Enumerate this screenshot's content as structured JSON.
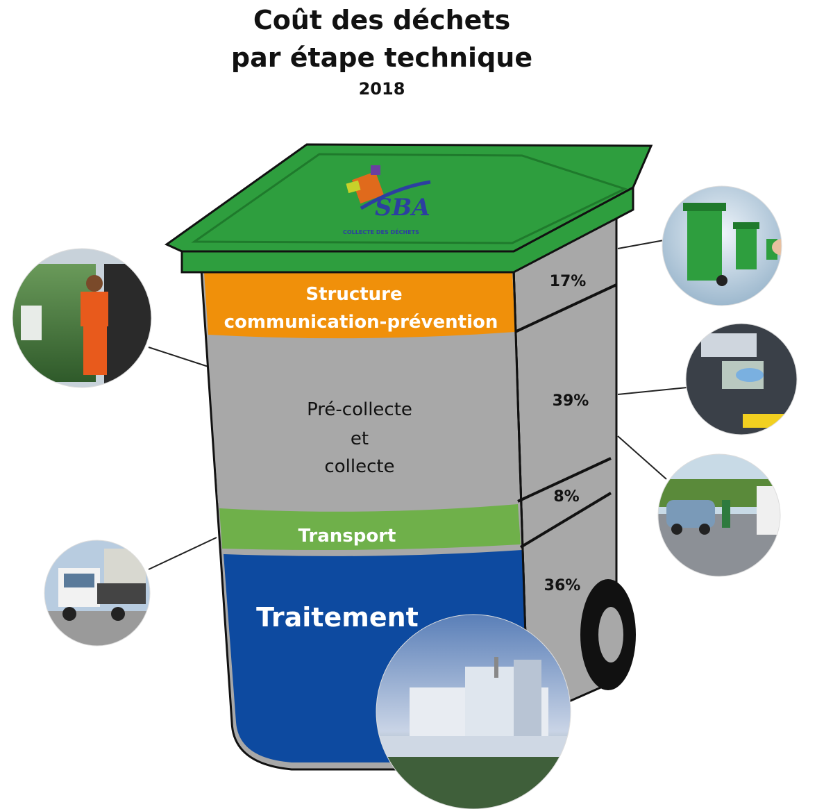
{
  "title": {
    "line1": "Coût des déchets",
    "line2": "par étape technique",
    "year": "2018"
  },
  "logo": {
    "text": "SBA",
    "tagline": "COLLECTE DES DÉCHETS"
  },
  "colors": {
    "lid": "#2e9e3e",
    "lid_dark": "#1f7a2c",
    "bin_gray": "#a8a8a8",
    "structure": "#f0900a",
    "collecte": "#a8a8a8",
    "transport": "#6fb04a",
    "traitement": "#0d4aa0",
    "outline": "#111111"
  },
  "chart_data": {
    "type": "pie",
    "title": "Coût des déchets par étape technique",
    "subtitle": "2018",
    "categories": [
      "Structure communication-prévention",
      "Pré-collecte et collecte",
      "Transport",
      "Traitement"
    ],
    "values": [
      17,
      39,
      8,
      36
    ],
    "unit": "%",
    "labels": {
      "structure": [
        "Structure",
        "communication-prévention"
      ],
      "collecte": [
        "Pré-collecte",
        "et",
        "collecte"
      ],
      "transport": "Transport",
      "traitement": "Traitement"
    },
    "value_labels": [
      "17%",
      "39%",
      "8%",
      "36%"
    ]
  },
  "photos": [
    {
      "name": "garbage-truck-worker-photo"
    },
    {
      "name": "green-bins-photo"
    },
    {
      "name": "sorting-container-photo"
    },
    {
      "name": "recycling-center-photo"
    },
    {
      "name": "transport-truck-photo"
    },
    {
      "name": "treatment-plant-photo"
    }
  ]
}
